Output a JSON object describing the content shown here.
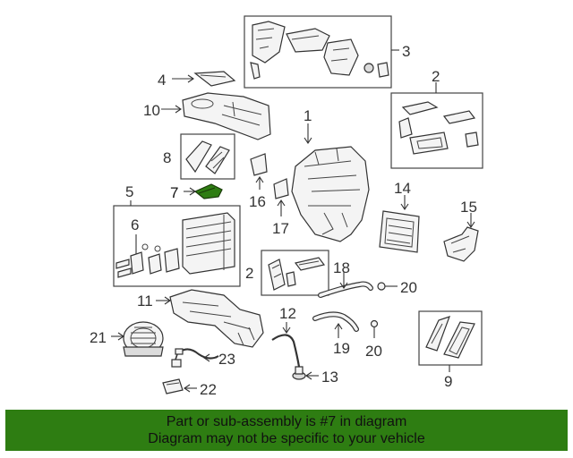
{
  "diagram": {
    "callouts": [
      "1",
      "2",
      "2",
      "3",
      "4",
      "5",
      "6",
      "7",
      "8",
      "9",
      "10",
      "11",
      "12",
      "13",
      "14",
      "15",
      "16",
      "17",
      "18",
      "19",
      "20",
      "20",
      "21",
      "22",
      "23"
    ],
    "highlighted_part": "7",
    "highlight_color": "#2e7d12"
  },
  "banner": {
    "line1": "Part or sub-assembly is #7 in diagram",
    "line2": "Diagram may not be specific to your vehicle",
    "background": "#2e7d12"
  }
}
